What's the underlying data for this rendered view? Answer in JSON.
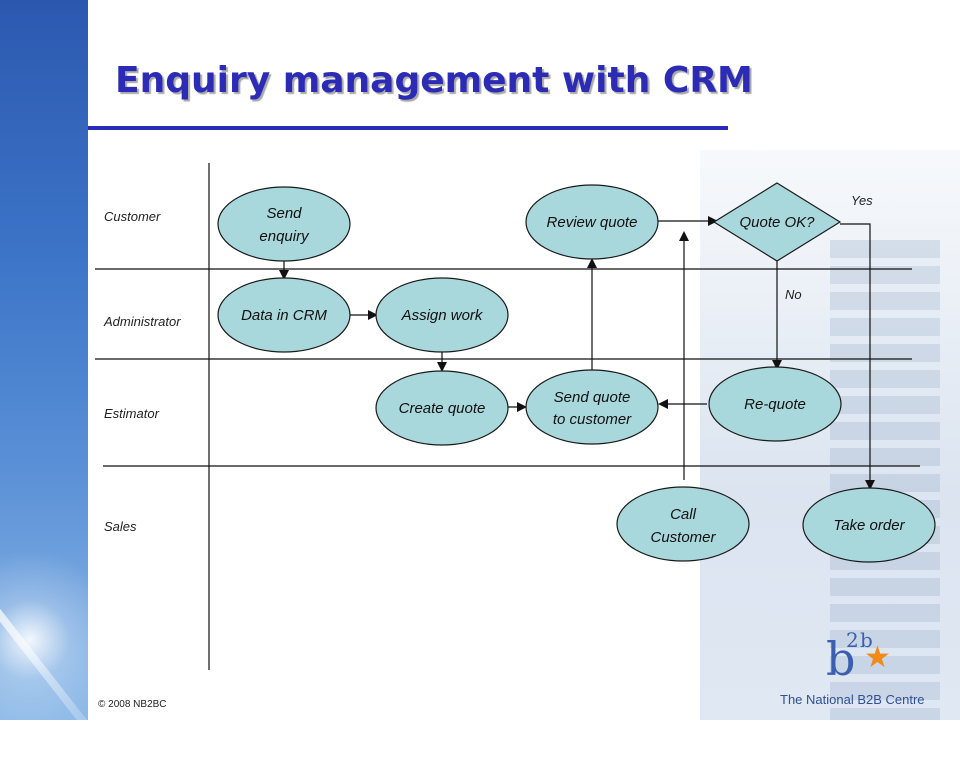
{
  "title": "Enquiry management with CRM",
  "copyright": "© 2008 NB2BC",
  "logo": {
    "mark_letter": "b",
    "mark_super": "2",
    "mark_super_b": "b",
    "name": "The National B2B Centre"
  },
  "lanes": [
    {
      "id": "customer",
      "label": "Customer"
    },
    {
      "id": "administrator",
      "label": "Administrator"
    },
    {
      "id": "estimator",
      "label": "Estimator"
    },
    {
      "id": "sales",
      "label": "Sales"
    }
  ],
  "nodes": {
    "send_enquiry": [
      "Send",
      "enquiry"
    ],
    "data_in_crm": [
      "Data in CRM"
    ],
    "assign_work": [
      "Assign work"
    ],
    "create_quote": [
      "Create quote"
    ],
    "send_quote": [
      "Send quote",
      "to customer"
    ],
    "review_quote": [
      "Review quote"
    ],
    "quote_ok": [
      "Quote OK?"
    ],
    "re_quote": [
      "Re-quote"
    ],
    "call_customer": [
      "Call",
      "Customer"
    ],
    "take_order": [
      "Take order"
    ]
  },
  "edge_labels": {
    "yes": "Yes",
    "no": "No"
  },
  "colors": {
    "node_fill": "#a9d8dc",
    "node_stroke": "#1a1a1a",
    "title": "#2b2bb6",
    "accent": "#f08a1a"
  }
}
